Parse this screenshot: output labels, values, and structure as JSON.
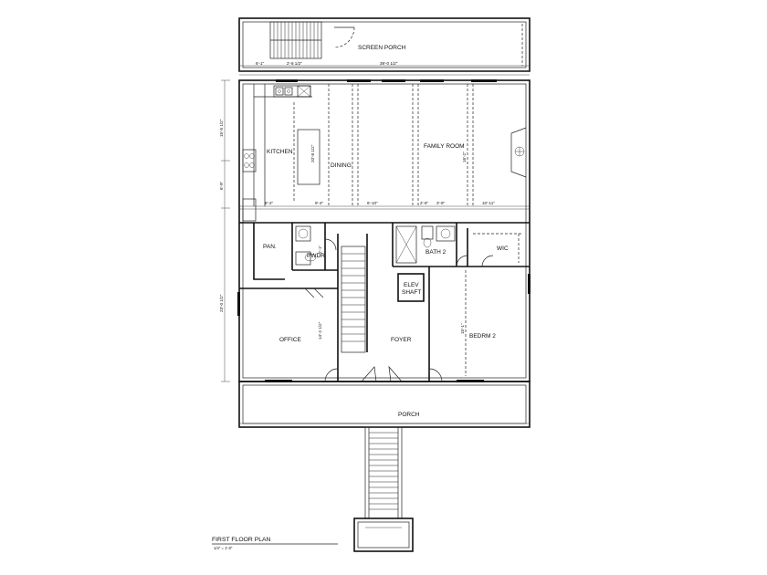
{
  "title": {
    "main": "FIRST FLOOR PLAN",
    "scale": "1/4\" = 1'-0\""
  },
  "rooms": {
    "screen_porch": "SCREEN PORCH",
    "kitchen": "KITCHEN",
    "dining": "DINING",
    "family_room": "FAMILY ROOM",
    "pantry": "PAN.",
    "powder": "PWDR",
    "bath2": "BATH 2",
    "wic": "WIC",
    "elev_shaft_line1": "ELEV",
    "elev_shaft_line2": "SHAFT",
    "office": "OFFICE",
    "foyer": "FOYER",
    "bedroom2": "BEDRM 2",
    "porch": "PORCH"
  },
  "dimensions": {
    "top_left": "6'-1\"",
    "top_mid": "2'-8 1/2\"",
    "top_overall": "39'-0 1/2\"",
    "left_upper": "15'-5 1/2\"",
    "left_mid": "6'-9\"",
    "left_lower": "23'-0 1/2\"",
    "kitchen_depth": "20'-8 1/2\"",
    "family_depth": "16'-2\"",
    "mid_a": "8'-2\"",
    "mid_b": "9'-4\"",
    "mid_c": "6'-10\"",
    "mid_d": "2'-6\"",
    "mid_e": "3'-9\"",
    "mid_f": "10'-11\"",
    "office_depth": "14'-2 1/2\"",
    "bedroom_depth": "15'-1\"",
    "pwdr_dim": "2'-1\""
  }
}
